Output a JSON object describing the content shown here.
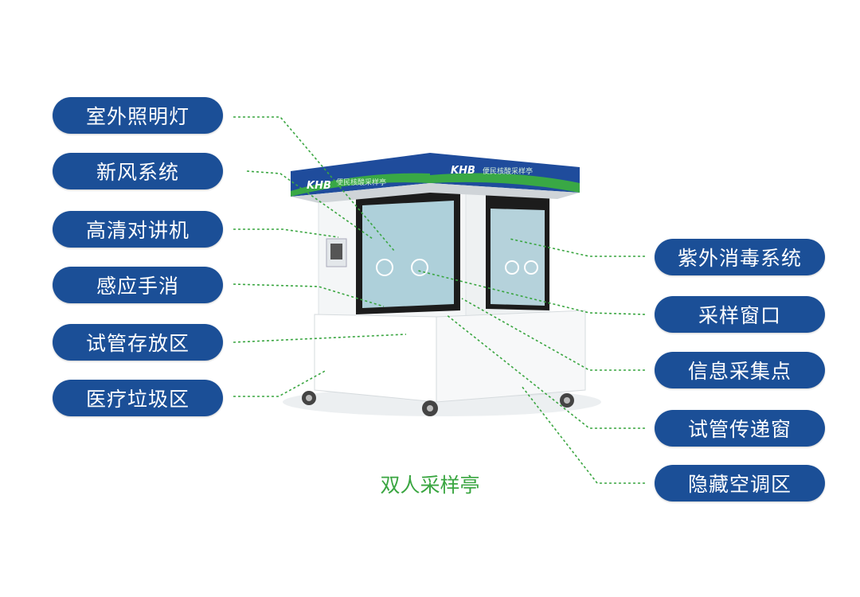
{
  "left_labels": [
    "室外照明灯",
    "新风系统",
    "高清对讲机",
    "感应手消",
    "试管存放区",
    "医疗垃圾区"
  ],
  "right_labels": [
    "紫外消毒系统",
    "采样窗口",
    "信息采集点",
    "试管传递窗",
    "隐藏空调区"
  ],
  "caption": "双人采样亭",
  "booth_sign": {
    "brand": "KHB",
    "text": "便民核酸采样亭"
  },
  "colors": {
    "label_bg": "#1b4f97",
    "leader_line": "#3aa641",
    "caption": "#3aa641"
  }
}
